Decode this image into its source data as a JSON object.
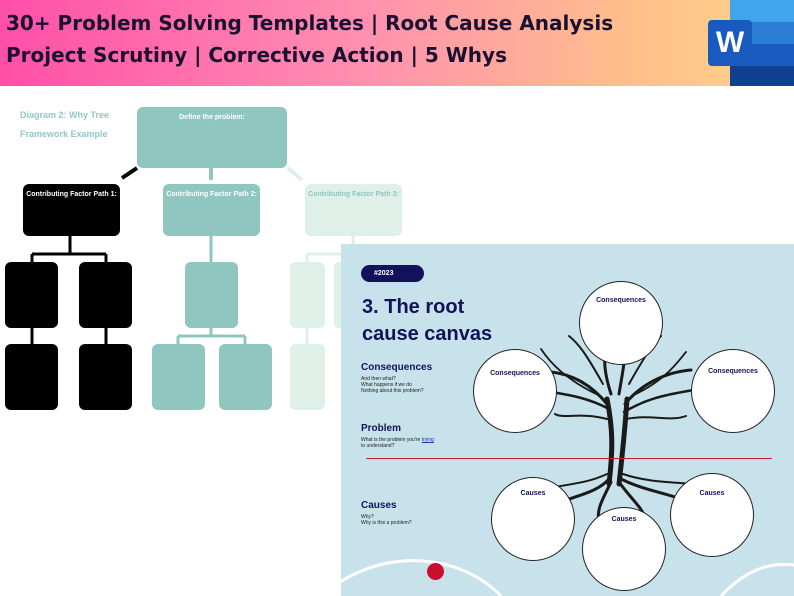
{
  "banner": {
    "line1": "30+ Problem Solving Templates | Root Cause Analysis",
    "line2": "Project Scrutiny | Corrective Action | 5 Whys",
    "icon": "word-icon",
    "icon_letter": "W"
  },
  "tree": {
    "title": "Diagram 2: Why Tree Framework Example",
    "define": "Define the problem:",
    "paths": [
      "Contributing Factor Path 1:",
      "Contributing Factor Path 2:",
      "Contributing Factor Path 3:"
    ]
  },
  "canvas": {
    "tag": "#2023",
    "title_line1": "3.  The root",
    "title_line2": "cause canvas",
    "consequences_heading": "Consequences",
    "consequences_q1": "And then what?",
    "consequences_q2": "What happens if we do",
    "consequences_q3": "Nothing about this problem?",
    "problem_heading": "Problem",
    "problem_q_pre": "What is the problem you're ",
    "problem_q_link": "trying",
    "problem_q2": "to understand?",
    "causes_heading": "Causes",
    "causes_q1": "Why?",
    "causes_q2": "Why is this a problem?",
    "circles": {
      "top": "Consequences",
      "left": "Consequences",
      "right": "Consequences",
      "cause_left": "Causes",
      "cause_mid": "Causes",
      "cause_right": "Causes"
    }
  },
  "colors": {
    "teal": "#8fc6c0",
    "navy": "#12125c",
    "canvas_bg": "#c7e2ea",
    "accent_red": "#c8102e",
    "word_blue": "#185abd"
  }
}
